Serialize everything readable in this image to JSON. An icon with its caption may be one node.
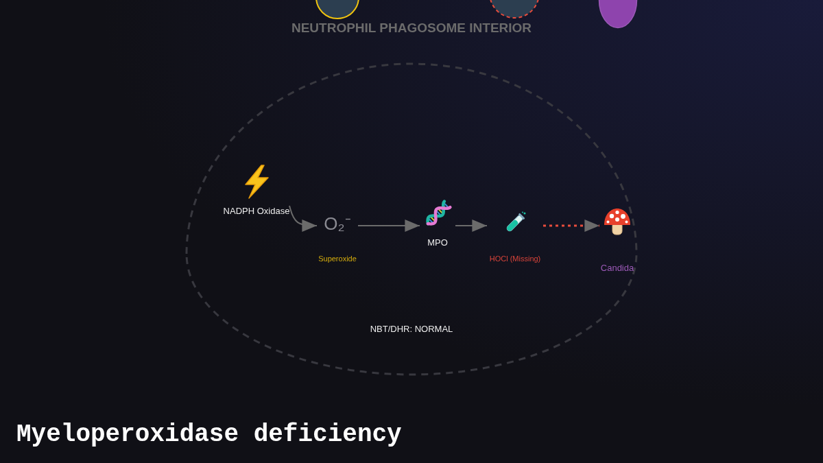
{
  "diagram": {
    "title": "Myeloperoxidase deficiency",
    "nodes": [
      {
        "text": [],
        "shape": "circle"
      },
      {
        "text": [],
        "shape": "circle"
      },
      {
        "text": [],
        "shape": "ellipse"
      },
      {
        "text": [
          "NEUTROPHIL PHAGOSOME INTERIOR"
        ]
      },
      {
        "text": [
          "NADPH Oxidase"
        ],
        "in": 3
      },
      {
        "text": [
          "O₂⁻",
          "Superoxide"
        ],
        "in": 3
      },
      {
        "text": [
          "MPO"
        ],
        "in": 3
      },
      {
        "text": [
          "HOCl (Missing)"
        ],
        "in": 3
      },
      {
        "text": [
          "Candida"
        ],
        "in": 3
      }
    ],
    "edges": [
      {
        "from": 4,
        "to": 5,
        "arrow": "to"
      },
      {
        "from": 5,
        "to": 6,
        "arrow": "to"
      },
      {
        "from": 6,
        "to": 7,
        "arrow": "to"
      },
      {
        "from": 7,
        "to": 8,
        "arrow": "to",
        "style": "dashed",
        "color": "#e74c3c"
      }
    ],
    "labels": [
      "NBT/DHR: NORMAL"
    ]
  }
}
